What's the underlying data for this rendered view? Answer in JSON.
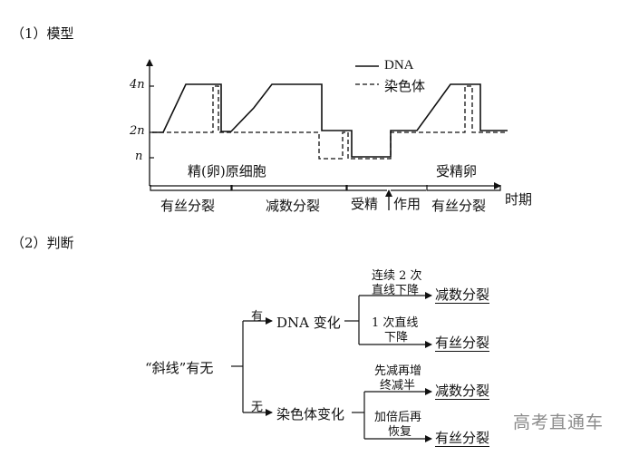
{
  "section1": {
    "title": "（1）模型"
  },
  "section2": {
    "title": "（2）判断"
  },
  "chart": {
    "y_ticks": [
      "4n",
      "2n",
      "n"
    ],
    "legend": {
      "dna": "DNA",
      "chromosome": "染色体"
    },
    "inner_labels": {
      "left": "精(卵)原细胞",
      "right": "受精卵"
    },
    "phases": [
      "有丝分裂",
      "减数分裂",
      "受精",
      "作用",
      "有丝分裂"
    ],
    "x_label": "时期"
  },
  "tree": {
    "root": "“斜线”有无",
    "yes": "有",
    "no": "无",
    "dna_change": "DNA 变化",
    "chromosome_change": "染色体变化",
    "cond1_line1": "连续 2 次",
    "cond1_line2": "直线下降",
    "cond2_line1": "1 次直线",
    "cond2_line2": "下降",
    "cond3_line1": "先减再增",
    "cond3_line2": "终减半",
    "cond4_line1": "加倍后再",
    "cond4_line2": "恢复",
    "result_meiosis": "减数分裂",
    "result_mitosis": "有丝分裂"
  },
  "watermark": "高考直通车"
}
